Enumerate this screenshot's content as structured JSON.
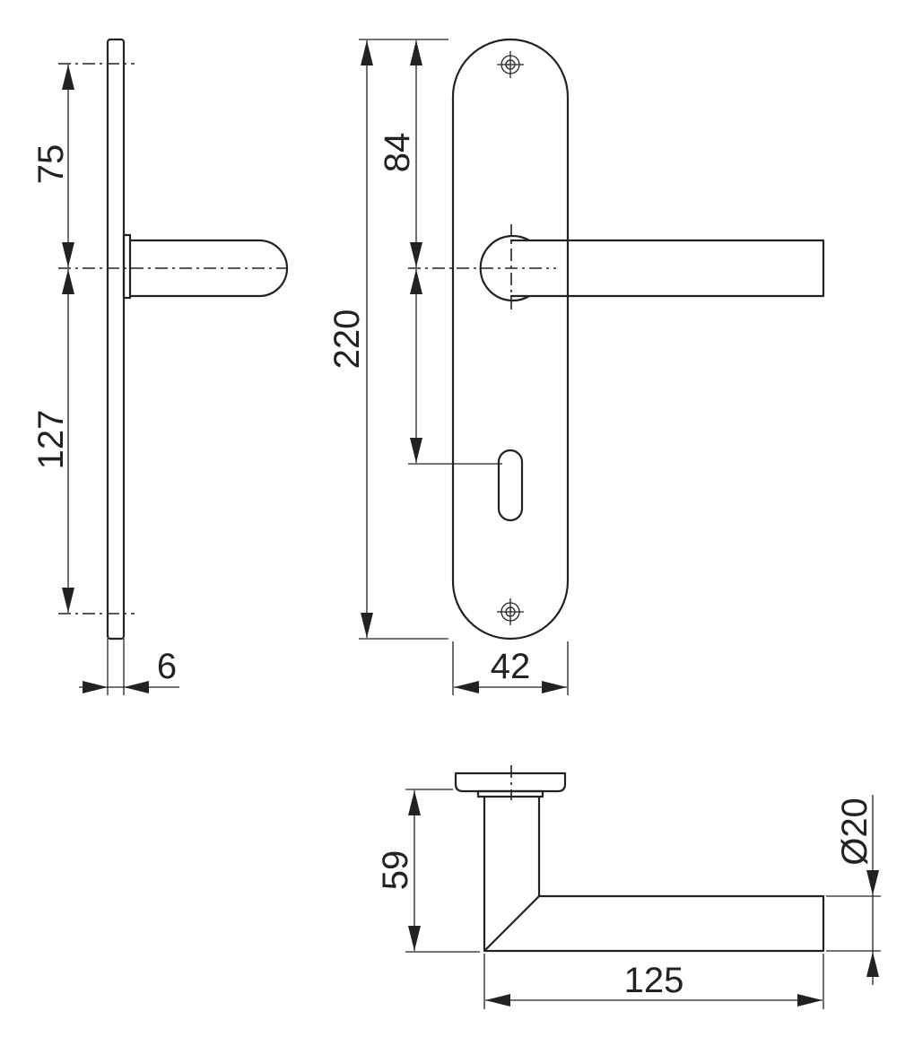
{
  "dimensions": {
    "top_to_handle": "75",
    "handle_to_bottom": "127",
    "plate_thickness": "6",
    "top_to_handle_front": "84",
    "plate_height": "220",
    "plate_width": "42",
    "handle_projection": "59",
    "lever_length": "125",
    "lever_diameter": "Ø20"
  }
}
